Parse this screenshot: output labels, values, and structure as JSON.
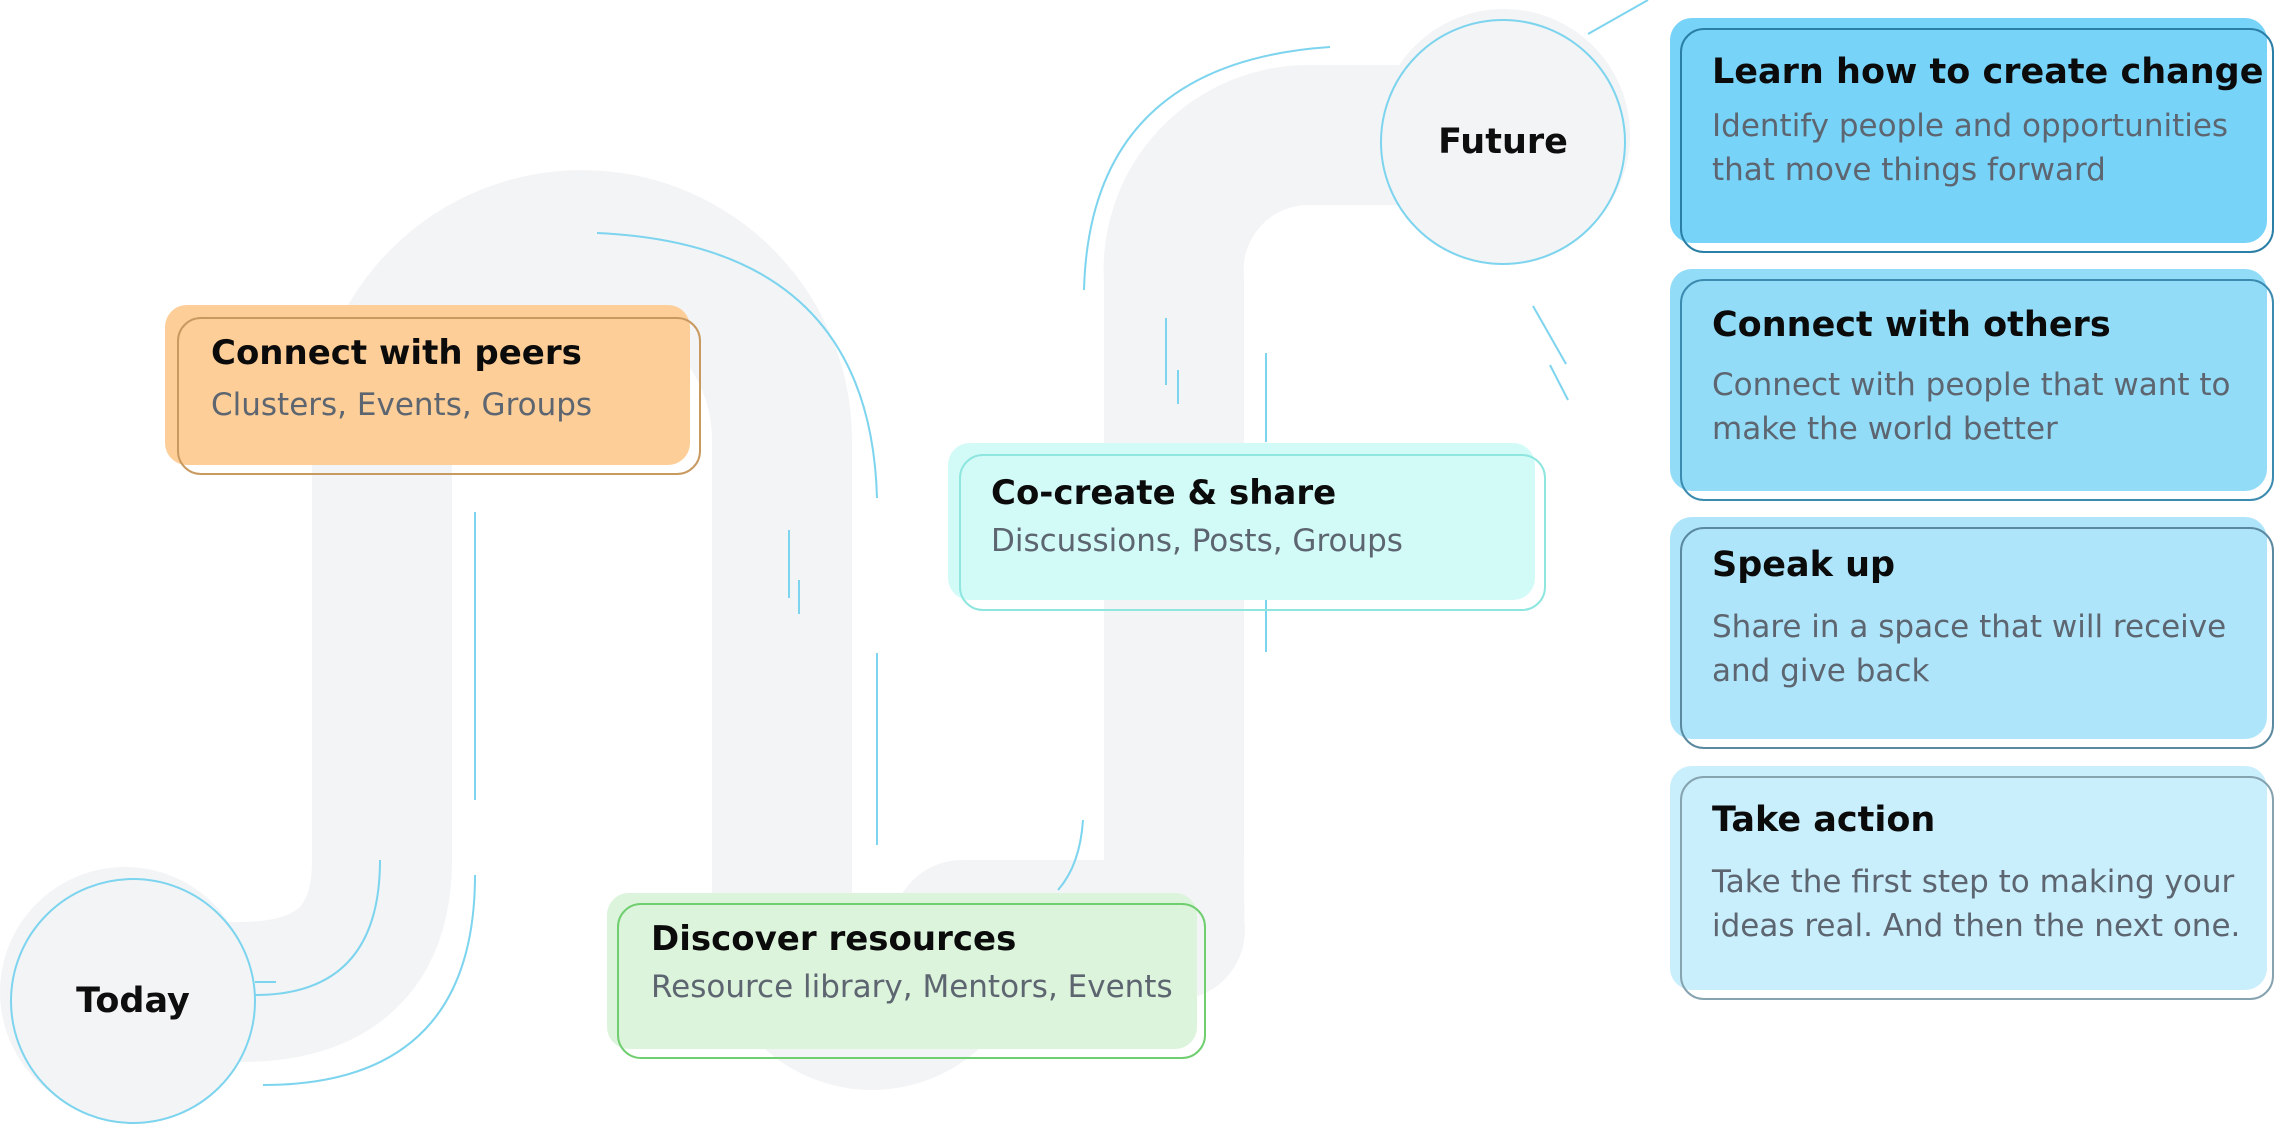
{
  "nodes": {
    "today": {
      "label": "Today"
    },
    "future": {
      "label": "Future"
    }
  },
  "journey": [
    {
      "title": "Connect with peers",
      "subtitle": "Clusters, Events, Groups",
      "color": "#fdce98",
      "border": "#c99a60"
    },
    {
      "title": "Discover resources",
      "subtitle": "Resource library, Mentors, Events",
      "color": "#dcf3dc",
      "border": "#6fcf6f"
    },
    {
      "title": "Co-create & share",
      "subtitle": "Discussions, Posts, Groups",
      "color": "#d2fbf8",
      "border": "#8ee6df"
    }
  ],
  "goals": [
    {
      "title": "Learn how to create change",
      "desc": "Identify people and opportunities that move things forward",
      "color": "#78d3f9",
      "border": "#2a7fa6"
    },
    {
      "title": "Connect with others",
      "desc": "Connect with people that want to make the world better",
      "color": "#93dcf8",
      "border": "#3b8bb0"
    },
    {
      "title": "Speak up",
      "desc": "Share in a space that will receive and give back",
      "color": "#aee5fa",
      "border": "#5b8aa0"
    },
    {
      "title": "Take action",
      "desc": "Take the first step to making your ideas real. And then the next one.",
      "color": "#c9eefc",
      "border": "#86a3b0"
    }
  ],
  "colors": {
    "track": "#f3f4f6",
    "accent_line": "#7dd4ee"
  }
}
